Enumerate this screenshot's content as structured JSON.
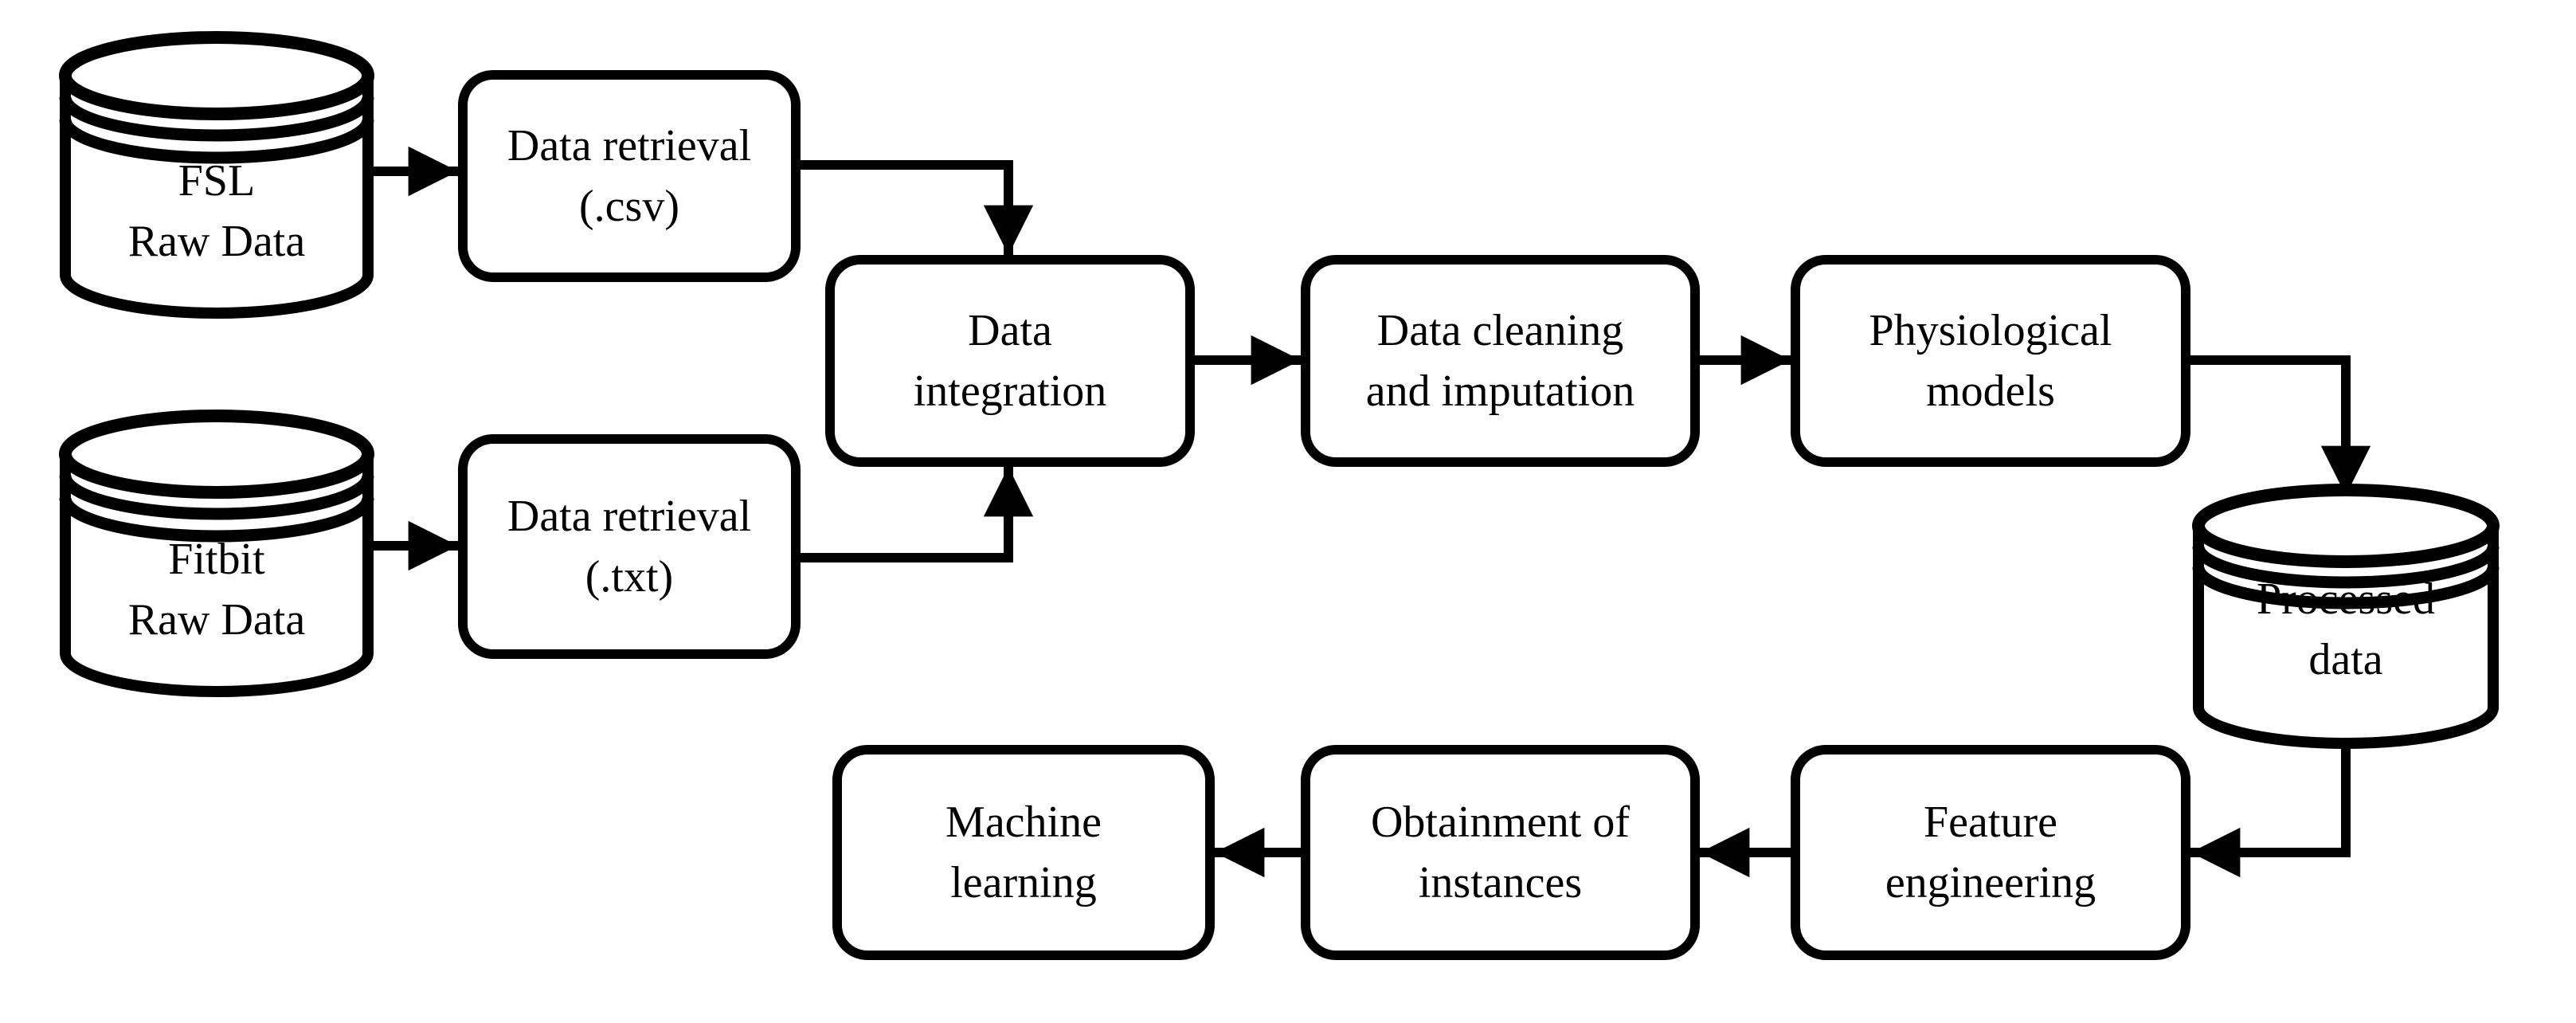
{
  "diagram": {
    "background_color": "#ffffff",
    "stroke_color": "#000000",
    "nodes": {
      "fsl_raw_data": {
        "type": "database",
        "line1": "FSL",
        "line2": "Raw Data"
      },
      "data_retrieval_csv": {
        "type": "process",
        "line1": "Data retrieval",
        "line2": "(.csv)"
      },
      "fitbit_raw_data": {
        "type": "database",
        "line1": "Fitbit",
        "line2": "Raw Data"
      },
      "data_retrieval_txt": {
        "type": "process",
        "line1": "Data retrieval",
        "line2": "(.txt)"
      },
      "data_integration": {
        "type": "process",
        "line1": "Data",
        "line2": "integration"
      },
      "data_cleaning_and_imputation": {
        "type": "process",
        "line1": "Data cleaning",
        "line2": "and imputation"
      },
      "physiological_models": {
        "type": "process",
        "line1": "Physiological",
        "line2": "models"
      },
      "processed_data": {
        "type": "database",
        "line1": "Processed",
        "line2": "data"
      },
      "feature_engineering": {
        "type": "process",
        "line1": "Feature",
        "line2": "engineering"
      },
      "obtainment_of_instances": {
        "type": "process",
        "line1": "Obtainment of",
        "line2": "instances"
      },
      "machine_learning": {
        "type": "process",
        "line1": "Machine",
        "line2": "learning"
      }
    },
    "edges": [
      {
        "from": "fsl_raw_data",
        "to": "data_retrieval_csv"
      },
      {
        "from": "fitbit_raw_data",
        "to": "data_retrieval_txt"
      },
      {
        "from": "data_retrieval_csv",
        "to": "data_integration"
      },
      {
        "from": "data_retrieval_txt",
        "to": "data_integration"
      },
      {
        "from": "data_integration",
        "to": "data_cleaning_and_imputation"
      },
      {
        "from": "data_cleaning_and_imputation",
        "to": "physiological_models"
      },
      {
        "from": "physiological_models",
        "to": "processed_data"
      },
      {
        "from": "processed_data",
        "to": "feature_engineering"
      },
      {
        "from": "feature_engineering",
        "to": "obtainment_of_instances"
      },
      {
        "from": "obtainment_of_instances",
        "to": "machine_learning"
      }
    ]
  }
}
